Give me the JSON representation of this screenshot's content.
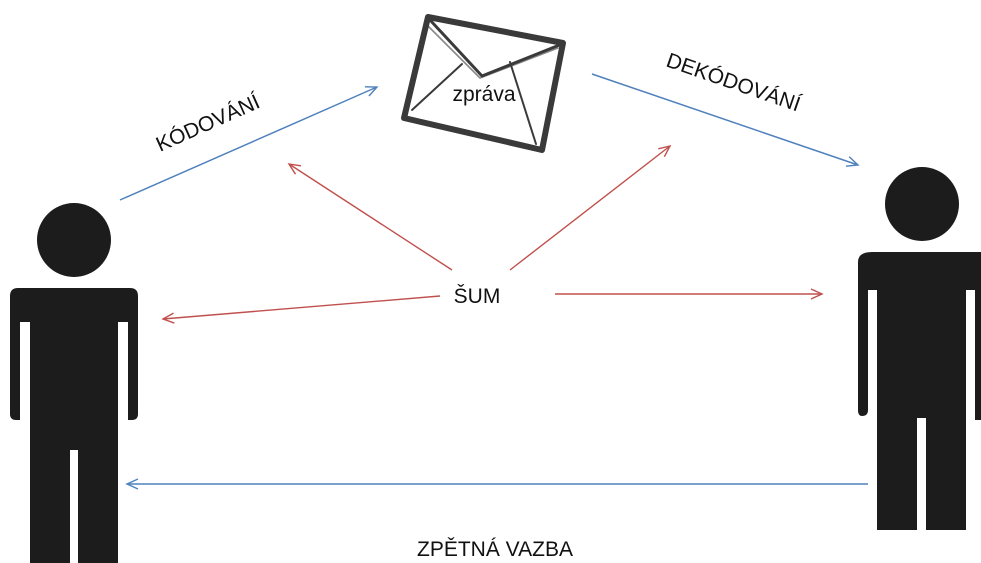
{
  "labels": {
    "encoding": "KÓDOVÁNÍ",
    "decoding": "DEKÓDOVÁNÍ",
    "message": "zpráva",
    "noise": "ŠUM",
    "feedback": "ZPĚTNÁ VAZBA"
  },
  "icons": {
    "sender": "person-icon",
    "receiver": "person-icon",
    "message": "envelope-icon"
  },
  "colors": {
    "flow_arrow": "#4f81bd",
    "noise_arrow": "#c0504d",
    "figure": "#1c1c1c",
    "text": "#111111"
  }
}
